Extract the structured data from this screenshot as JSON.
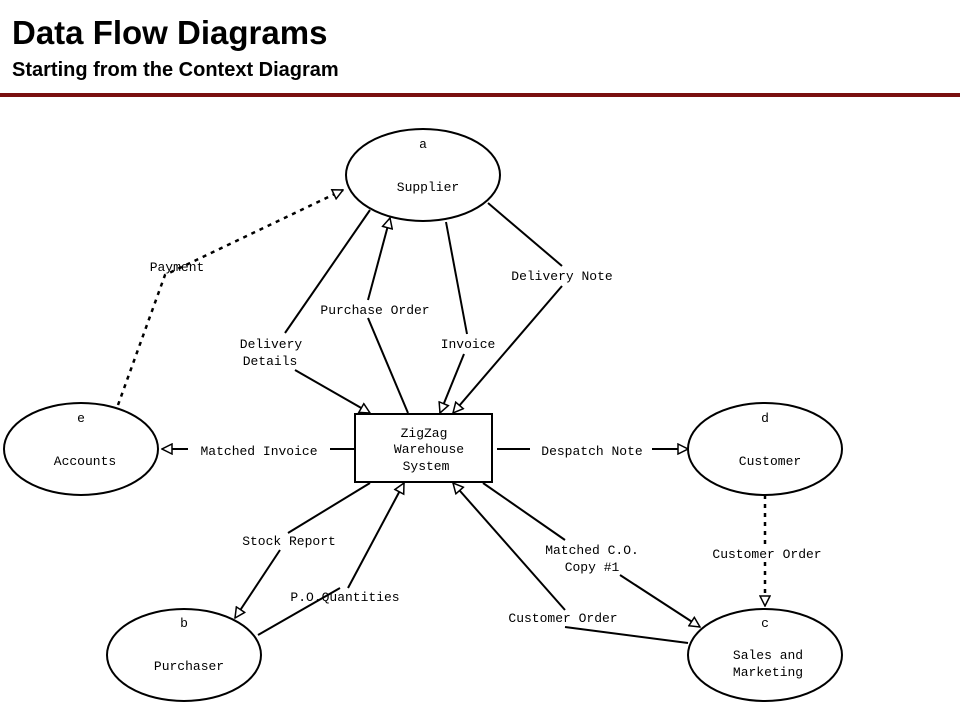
{
  "header": {
    "title": "Data Flow Diagrams",
    "subtitle": "Starting from the Context Diagram"
  },
  "nodes": {
    "supplier": {
      "letter": "a",
      "label": "Supplier"
    },
    "purchaser": {
      "letter": "b",
      "label": "Purchaser"
    },
    "sales": {
      "letter": "c",
      "label_line1": "Sales and",
      "label_line2": "Marketing"
    },
    "customer": {
      "letter": "d",
      "label": "Customer"
    },
    "accounts": {
      "letter": "e",
      "label": "Accounts"
    },
    "system": {
      "line1": "ZigZag",
      "line2": "Warehouse",
      "line3": "System"
    }
  },
  "flows": {
    "payment": "Payment",
    "delivery_note": "Delivery Note",
    "purchase_order": "Purchase Order",
    "delivery_details_line1": "Delivery",
    "delivery_details_line2": "Details",
    "invoice": "Invoice",
    "matched_invoice": "Matched Invoice",
    "despatch_note": "Despatch Note",
    "stock_report": "Stock Report",
    "po_quantities": "P.O.Quantities",
    "matched_co_line1": "Matched C.O.",
    "matched_co_line2": "Copy #1",
    "customer_order_right": "Customer Order",
    "customer_order_bottom": "Customer Order"
  }
}
